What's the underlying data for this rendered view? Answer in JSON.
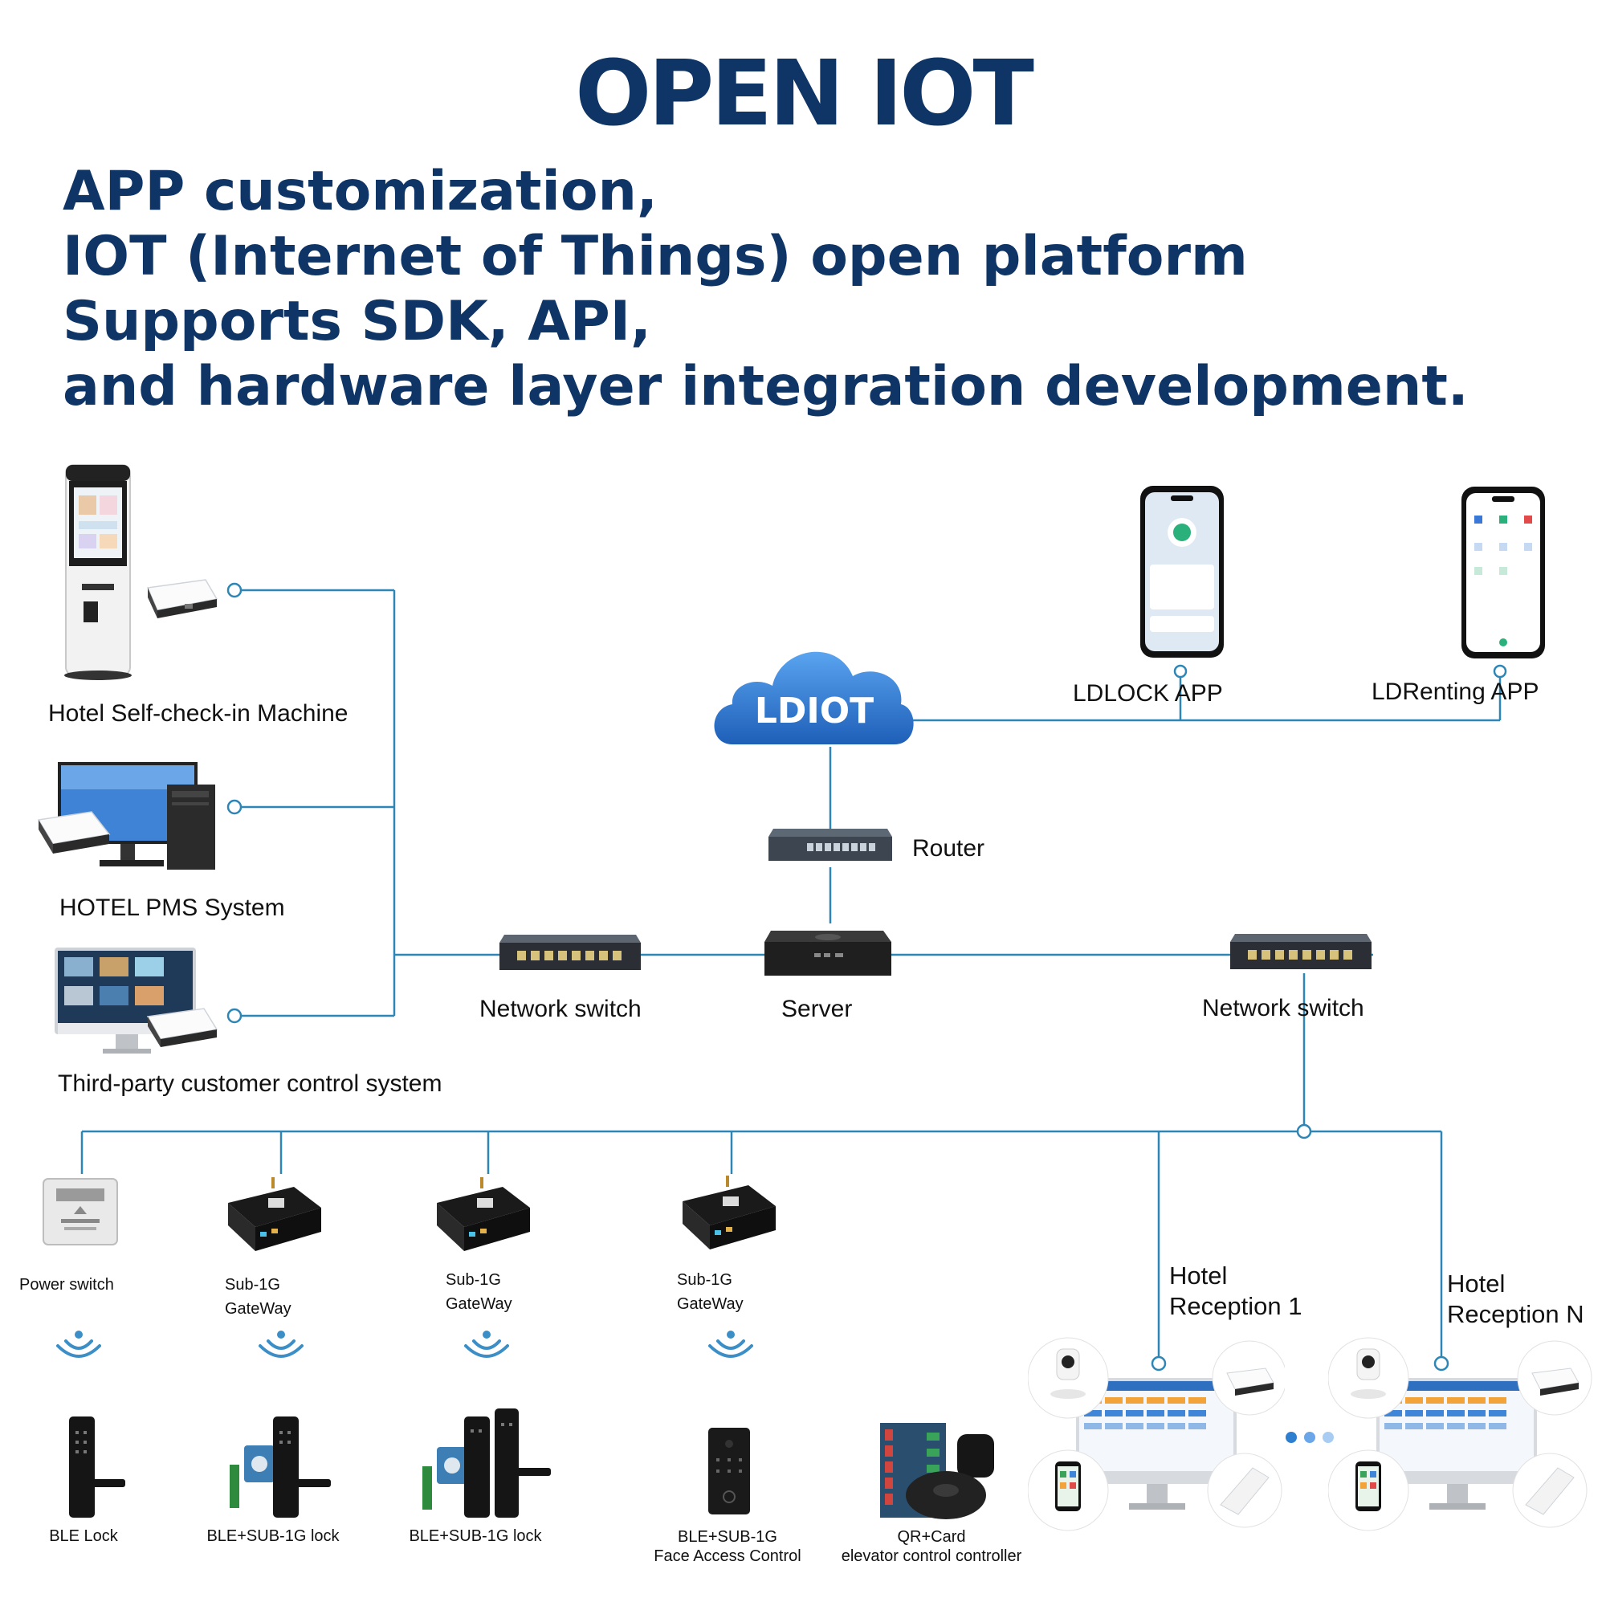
{
  "title": "OPEN IOT",
  "subtitle": [
    "APP customization,",
    "IOT (Internet of Things) open platform",
    "Supports SDK, API,",
    "and hardware layer integration development."
  ],
  "cloud_label": "LDIOT",
  "apps": {
    "ldlock": "LDLOCK APP",
    "ldrenting": "LDRenting APP"
  },
  "router_label": "Router",
  "server_label": "Server",
  "switch_left_label": "Network switch",
  "switch_right_label": "Network switch",
  "systems": {
    "self_checkin": "Hotel Self-check-in Machine",
    "pms": "HOTEL PMS System",
    "third_party": "Third-party customer control system"
  },
  "field": {
    "power_switch": "Power switch",
    "gateway1": [
      "Sub-1G",
      "GateWay"
    ],
    "gateway2": [
      "Sub-1G",
      "GateWay"
    ],
    "gateway3": [
      "Sub-1G",
      "GateWay"
    ],
    "ble_lock": "BLE Lock",
    "sub1g_lock1": "BLE+SUB-1G lock",
    "sub1g_lock2": "BLE+SUB-1G lock",
    "face_access": [
      "BLE+SUB-1G",
      "Face Access Control"
    ],
    "elevator": [
      "QR+Card",
      "elevator control controller"
    ],
    "reception1": [
      "Hotel",
      "Reception 1"
    ],
    "receptionN": [
      "Hotel",
      "Reception N"
    ]
  },
  "colors": {
    "heading": "#0f3566",
    "wire": "#2d86b5",
    "cloud": "#2f7fd0"
  }
}
